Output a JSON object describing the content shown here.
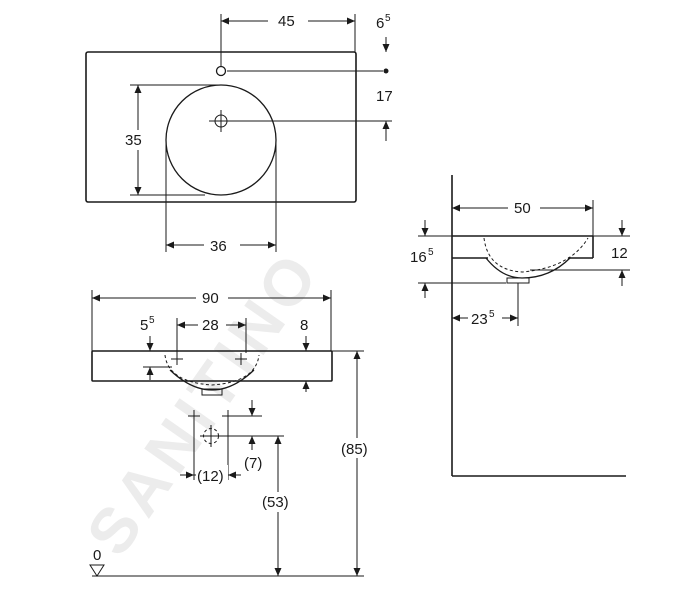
{
  "watermark": "SANITINO",
  "top_view": {
    "dim_width_45": "45",
    "dim_edge_6": "6",
    "dim_edge_6_sup": "5",
    "dim_17": "17",
    "dim_35": "35",
    "dim_36": "36"
  },
  "front_view": {
    "dim_90": "90",
    "dim_28": "28",
    "dim_5": "5",
    "dim_5_sup": "5",
    "dim_8": "8",
    "dim_12": "(12)",
    "dim_7": "(7)",
    "dim_53": "(53)",
    "dim_85": "(85)",
    "floor_label": "0"
  },
  "side_view": {
    "dim_50": "50",
    "dim_16": "16",
    "dim_16_sup": "5",
    "dim_12": "12",
    "dim_23": "23",
    "dim_23_sup": "5"
  }
}
